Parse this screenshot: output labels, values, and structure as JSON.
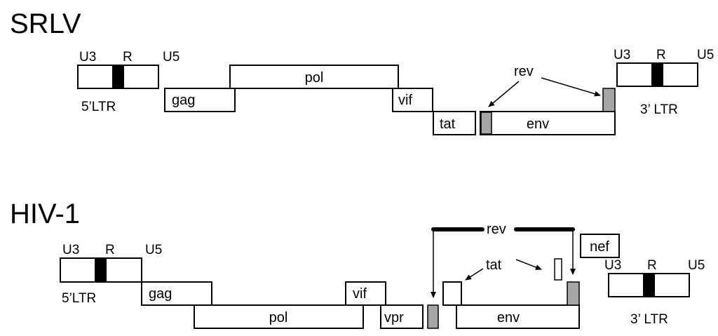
{
  "colors": {
    "stroke": "#000000",
    "fill": "#ffffff",
    "ltr_bar": "#000000",
    "rev_exon": "#a6a6a6"
  },
  "srlv": {
    "title": "SRLV",
    "ltr5": {
      "u3": "U3",
      "r": "R",
      "u5": "U5",
      "label": "5’LTR"
    },
    "ltr3": {
      "u3": "U3",
      "r": "R",
      "u5": "U5",
      "label": "3’ LTR"
    },
    "genes": {
      "gag": "gag",
      "pol": "pol",
      "vif": "vif",
      "tat": "tat",
      "env": "env",
      "rev": "rev"
    }
  },
  "hiv1": {
    "title": "HIV-1",
    "ltr5": {
      "u3": "U3",
      "r": "R",
      "u5": "U5",
      "label": "5’LTR"
    },
    "ltr3": {
      "u3": "U3",
      "r": "R",
      "u5": "U5",
      "label": "3’ LTR"
    },
    "genes": {
      "gag": "gag",
      "pol": "pol",
      "vif": "vif",
      "vpr": "vpr",
      "env": "env",
      "rev": "rev",
      "tat": "tat",
      "nef": "nef"
    }
  }
}
